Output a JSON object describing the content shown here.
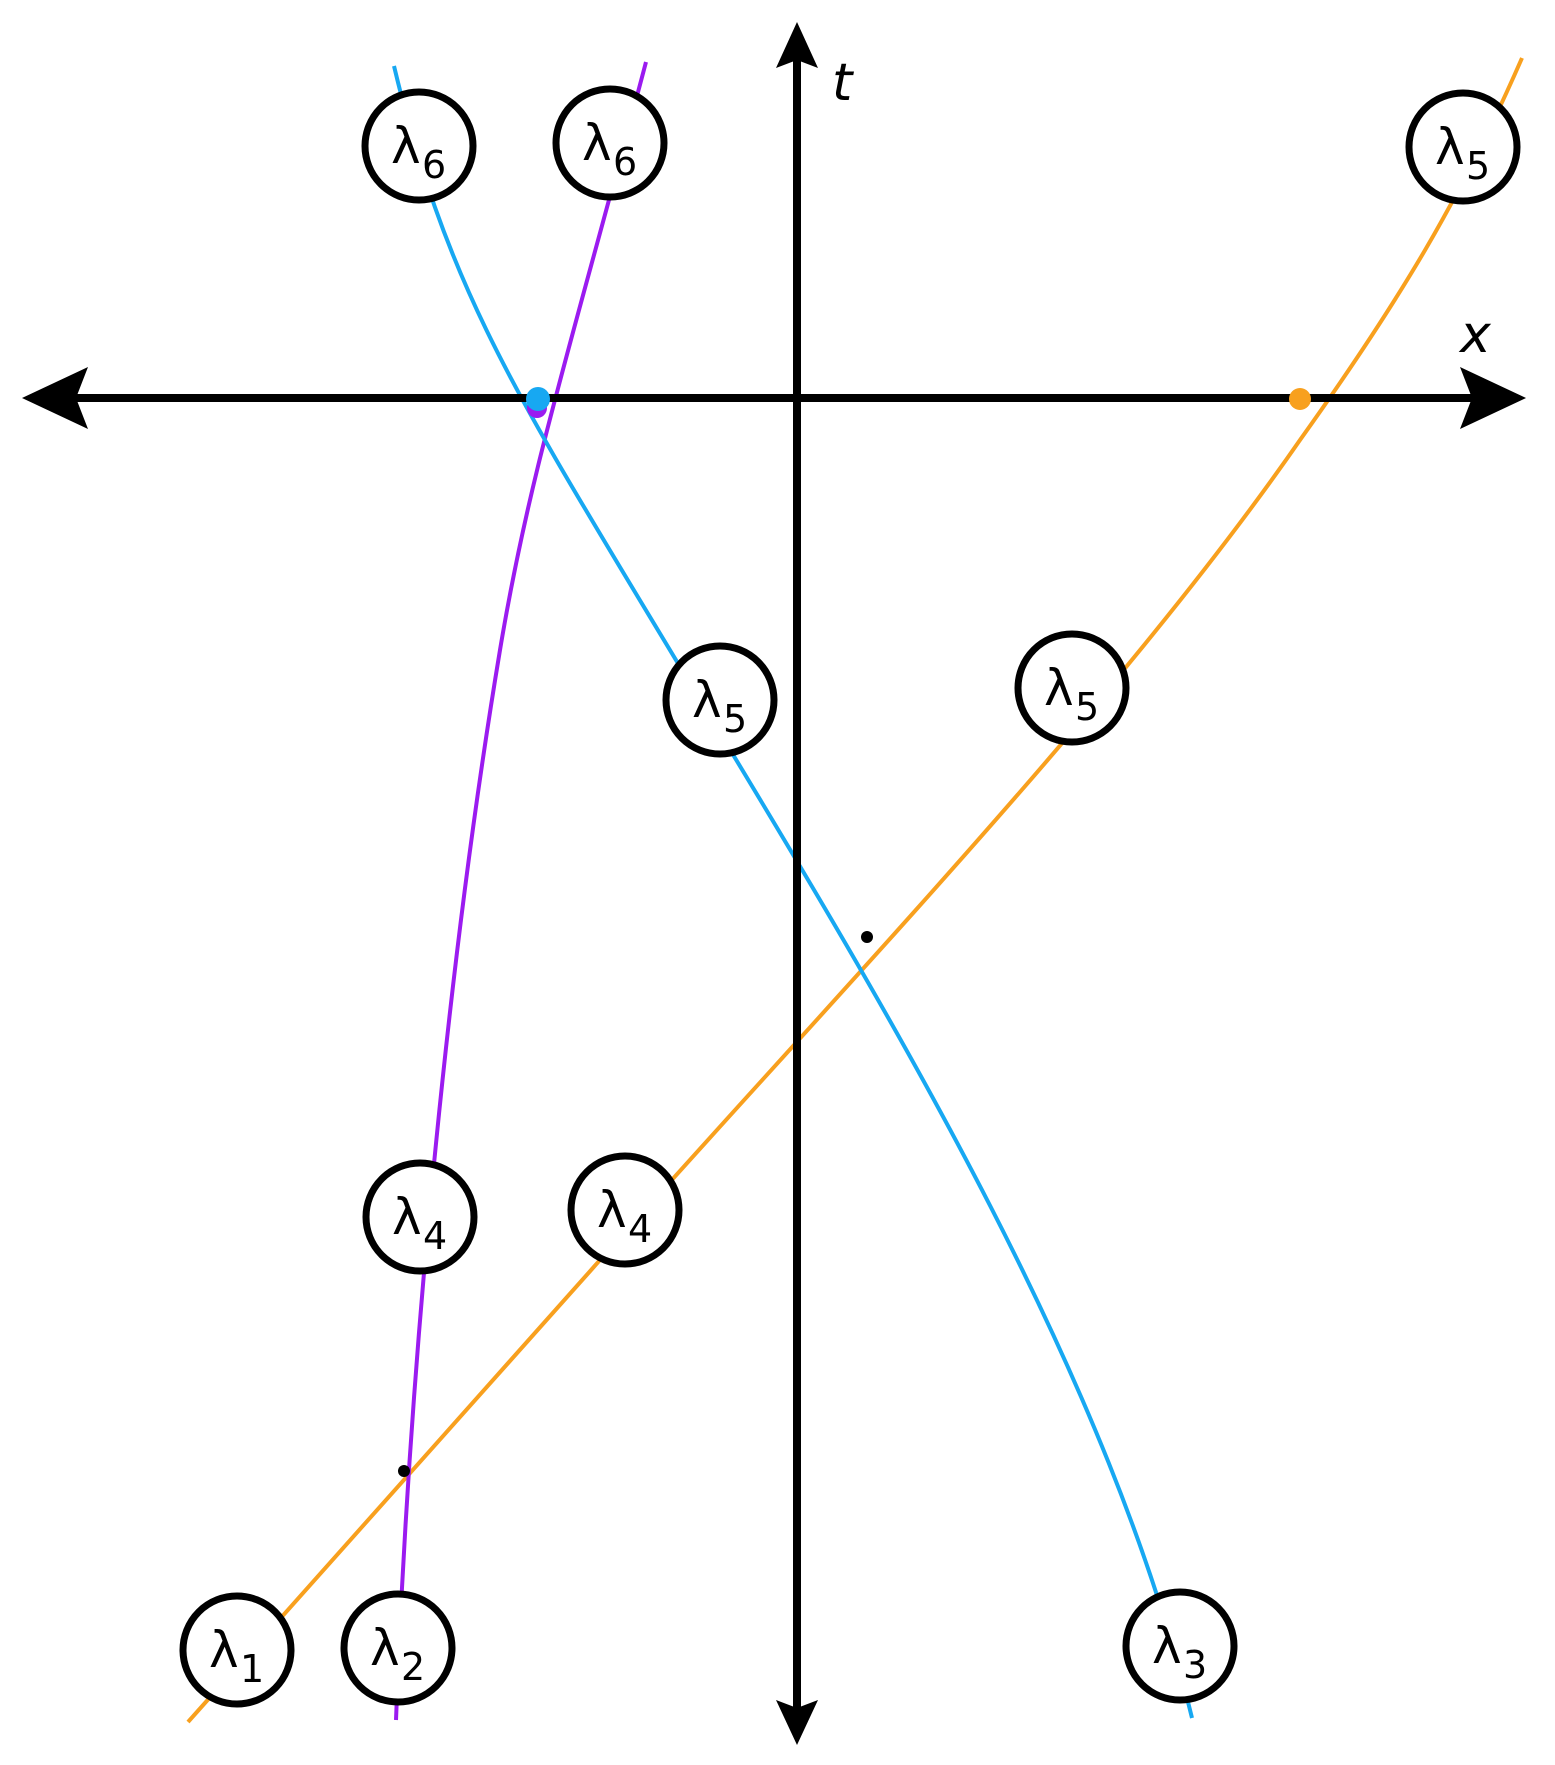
{
  "axes": {
    "x_label": "x",
    "t_label": "t"
  },
  "colors": {
    "orange": "#F8A01E",
    "purple": "#9B1BF0",
    "blue": "#17A8F2",
    "axis": "#000000"
  },
  "curves": [
    {
      "name": "orange-curve",
      "color": "orange"
    },
    {
      "name": "purple-curve",
      "color": "purple"
    },
    {
      "name": "blue-curve",
      "color": "blue"
    }
  ],
  "labels": [
    {
      "name": "lambda-1-label",
      "symbol": "λ",
      "index": "1"
    },
    {
      "name": "lambda-2-label",
      "symbol": "λ",
      "index": "2"
    },
    {
      "name": "lambda-3-label",
      "symbol": "λ",
      "index": "3"
    },
    {
      "name": "lambda-4-label-purple",
      "symbol": "λ",
      "index": "4"
    },
    {
      "name": "lambda-4-label-orange",
      "symbol": "λ",
      "index": "4"
    },
    {
      "name": "lambda-5-label-blue",
      "symbol": "λ",
      "index": "5"
    },
    {
      "name": "lambda-5-label-orange-mid",
      "symbol": "λ",
      "index": "5"
    },
    {
      "name": "lambda-5-label-orange-top",
      "symbol": "λ",
      "index": "5"
    },
    {
      "name": "lambda-6-label-blue",
      "symbol": "λ",
      "index": "6"
    },
    {
      "name": "lambda-6-label-purple",
      "symbol": "λ",
      "index": "6"
    }
  ]
}
